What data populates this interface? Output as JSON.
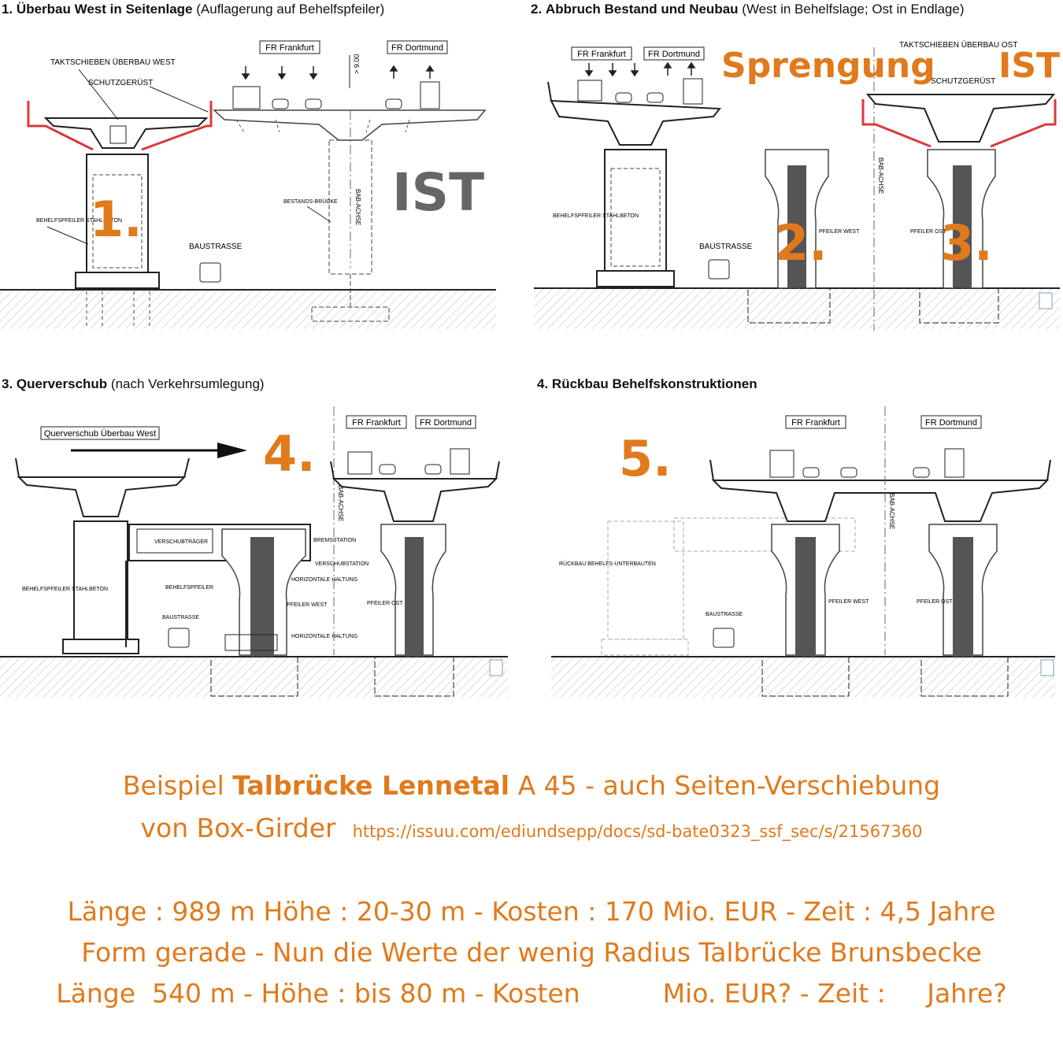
{
  "panels": [
    {
      "num": "1.",
      "title": "Überbau West in Seitenlage",
      "sub": "(Auflagerung auf Behelfspfeiler)",
      "labels": {
        "takt": "TAKTSCHIEBEN ÜBERBAU WEST",
        "schutz": "SCHUTZGERÜST",
        "fr_ffm": "FR Frankfurt",
        "fr_do": "FR Dortmund",
        "behelf": "BEHELFSPFEILER STAHLBETON",
        "baustrasse": "BAUSTRASSE",
        "bestand": "BESTANDS-BRÜCKE",
        "bab": "BAB-ACHSE",
        "height": "> 9.00"
      }
    },
    {
      "num": "2.",
      "title": "Abbruch Bestand und Neubau",
      "sub": "(West in Behelfslage; Ost in Endlage)",
      "labels": {
        "fr_ffm": "FR Frankfurt",
        "fr_do": "FR Dortmund",
        "takt": "TAKTSCHIEBEN ÜBERBAU OST",
        "schutz": "SCHUTZGERÜST",
        "behelf": "BEHELFSPFEILER STAHLBETON",
        "baustrasse": "BAUSTRASSE",
        "pfeiler_west": "PFEILER WEST",
        "pfeiler_ost": "PFEILER OST",
        "bab": "BAB-ACHSE"
      }
    },
    {
      "num": "3.",
      "title": "Querverschub",
      "sub": "(nach Verkehrsumlegung)",
      "labels": {
        "querverschub": "Querverschub Überbau West",
        "verschub": "VERSCHUBTRÄGER",
        "brems": "BREMSSTATION",
        "verschubstation": "VERSCHUBSTATION",
        "behelfspfeiler": "BEHELFSPFEILER",
        "behelf": "BEHELFSPFEILER STAHLBETON",
        "baustrasse": "BAUSTRASSE",
        "horiz": "HORIZONTALE HALTUNG",
        "pfeiler_west": "PFEILER WEST",
        "pfeiler_ost": "PFEILER OST",
        "fr_ffm": "FR Frankfurt",
        "fr_do": "FR Dortmund",
        "bab": "BAB-ACHSE"
      }
    },
    {
      "num": "4.",
      "title": "Rückbau Behelfskonstruktionen",
      "sub": "",
      "labels": {
        "fr_ffm": "FR Frankfurt",
        "fr_do": "FR Dortmund",
        "rueckbau": "RÜCKBAU BEHELFS-UNTERBAUTEN",
        "baustrasse": "BAUSTRASSE",
        "pfeiler_west": "PFEILER WEST",
        "pfeiler_ost": "PFEILER OST",
        "bab": "BAB-ACHSE"
      }
    }
  ],
  "overlays": {
    "ist_gray": "IST",
    "one": "1.",
    "sprengung": "Sprengung",
    "ist_orange": "IST",
    "two": "2.",
    "three": "3.",
    "four": "4.",
    "five": "5."
  },
  "caption": {
    "line1_pre": "Beispiel ",
    "line1_bold": "Talbrücke Lennetal",
    "line1_post": " A 45 - auch Seiten-Verschiebung",
    "line2_pre": "von Box-Girder",
    "line2_url": "https://issuu.com/ediundsepp/docs/sd-bate0323_ssf_sec/s/21567360",
    "line3": "Länge : 989 m Höhe : 20-30 m - Kosten : 170 Mio. EUR - Zeit : 4,5 Jahre",
    "line4": "Form gerade - Nun die Werte der wenig Radius Talbrücke Brunsbecke",
    "line5": "Länge  540 m - Höhe : bis 80 m - Kosten          Mio. EUR? - Zeit :     Jahre?"
  },
  "colors": {
    "accent": "#e07a1c",
    "gray_text": "#666666",
    "scaffold_red": "#d93a3a",
    "line": "#222222"
  }
}
